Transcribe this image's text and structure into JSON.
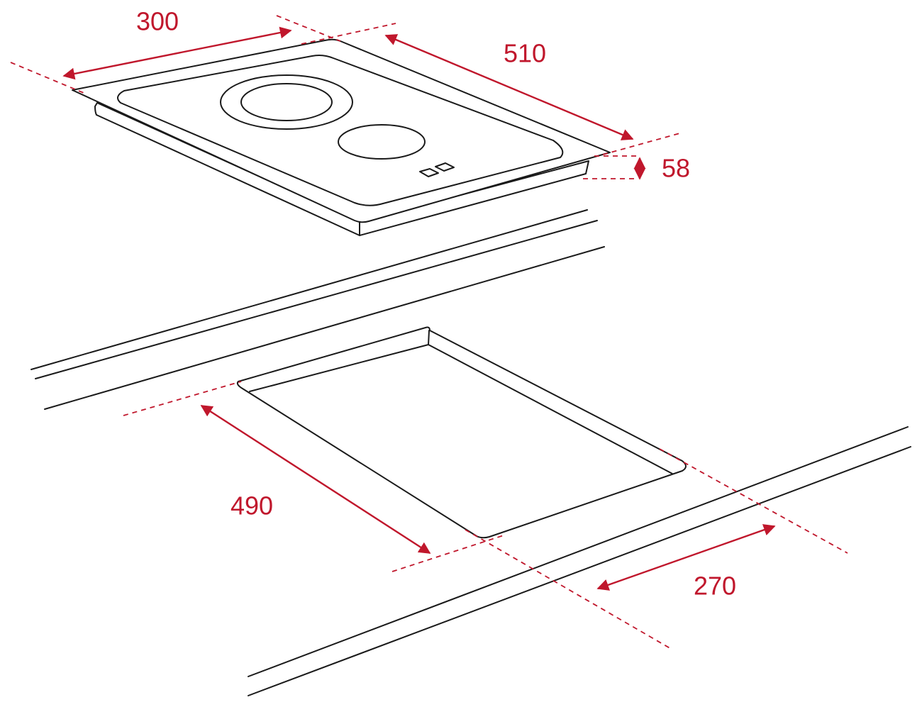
{
  "colors": {
    "accent": "#c0172c",
    "outline": "#1a1a1a",
    "background": "#ffffff"
  },
  "dimensions": {
    "hob_width": "300",
    "hob_depth": "510",
    "hob_height": "58",
    "cutout_depth": "490",
    "cutout_width": "270"
  }
}
